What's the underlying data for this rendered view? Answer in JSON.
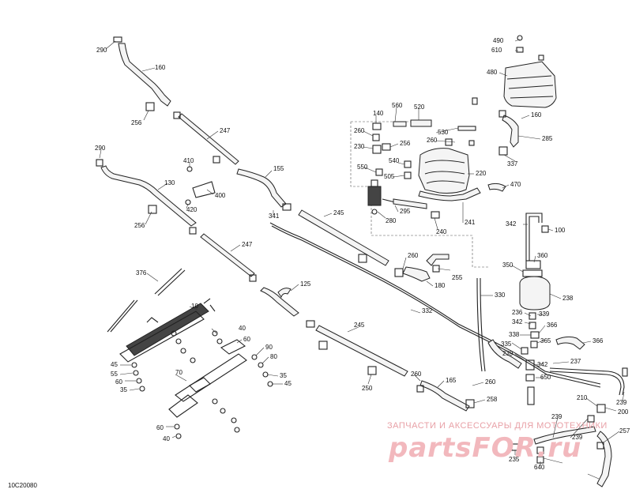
{
  "diagram_code": "10C20080",
  "watermark": {
    "tagline": "ЗАПЧАСТИ И АКСЕССУАРЫ ДЛЯ МОТОТЕХНИКИ",
    "brand": "partsFOR.ru"
  },
  "callouts": [
    "290",
    "160",
    "256",
    "247",
    "410",
    "400",
    "420",
    "130",
    "290",
    "256",
    "155",
    "341",
    "245",
    "247",
    "125",
    "376",
    "10",
    "40",
    "60",
    "90",
    "80",
    "35",
    "45",
    "70",
    "45",
    "55",
    "60",
    "35",
    "60",
    "40",
    "250",
    "245",
    "332",
    "260",
    "165",
    "260",
    "258",
    "260",
    "255",
    "180",
    "140",
    "260",
    "560",
    "230",
    "256",
    "520",
    "530",
    "260",
    "550",
    "540",
    "505",
    "220",
    "280",
    "295",
    "240",
    "241",
    "470",
    "490",
    "610",
    "480",
    "160",
    "285",
    "337",
    "342",
    "100",
    "360",
    "350",
    "330",
    "238",
    "236",
    "342",
    "339",
    "366",
    "338",
    "365",
    "335",
    "366",
    "239",
    "342",
    "237",
    "650",
    "239",
    "210",
    "200",
    "239",
    "239",
    "257",
    "235",
    "640"
  ]
}
